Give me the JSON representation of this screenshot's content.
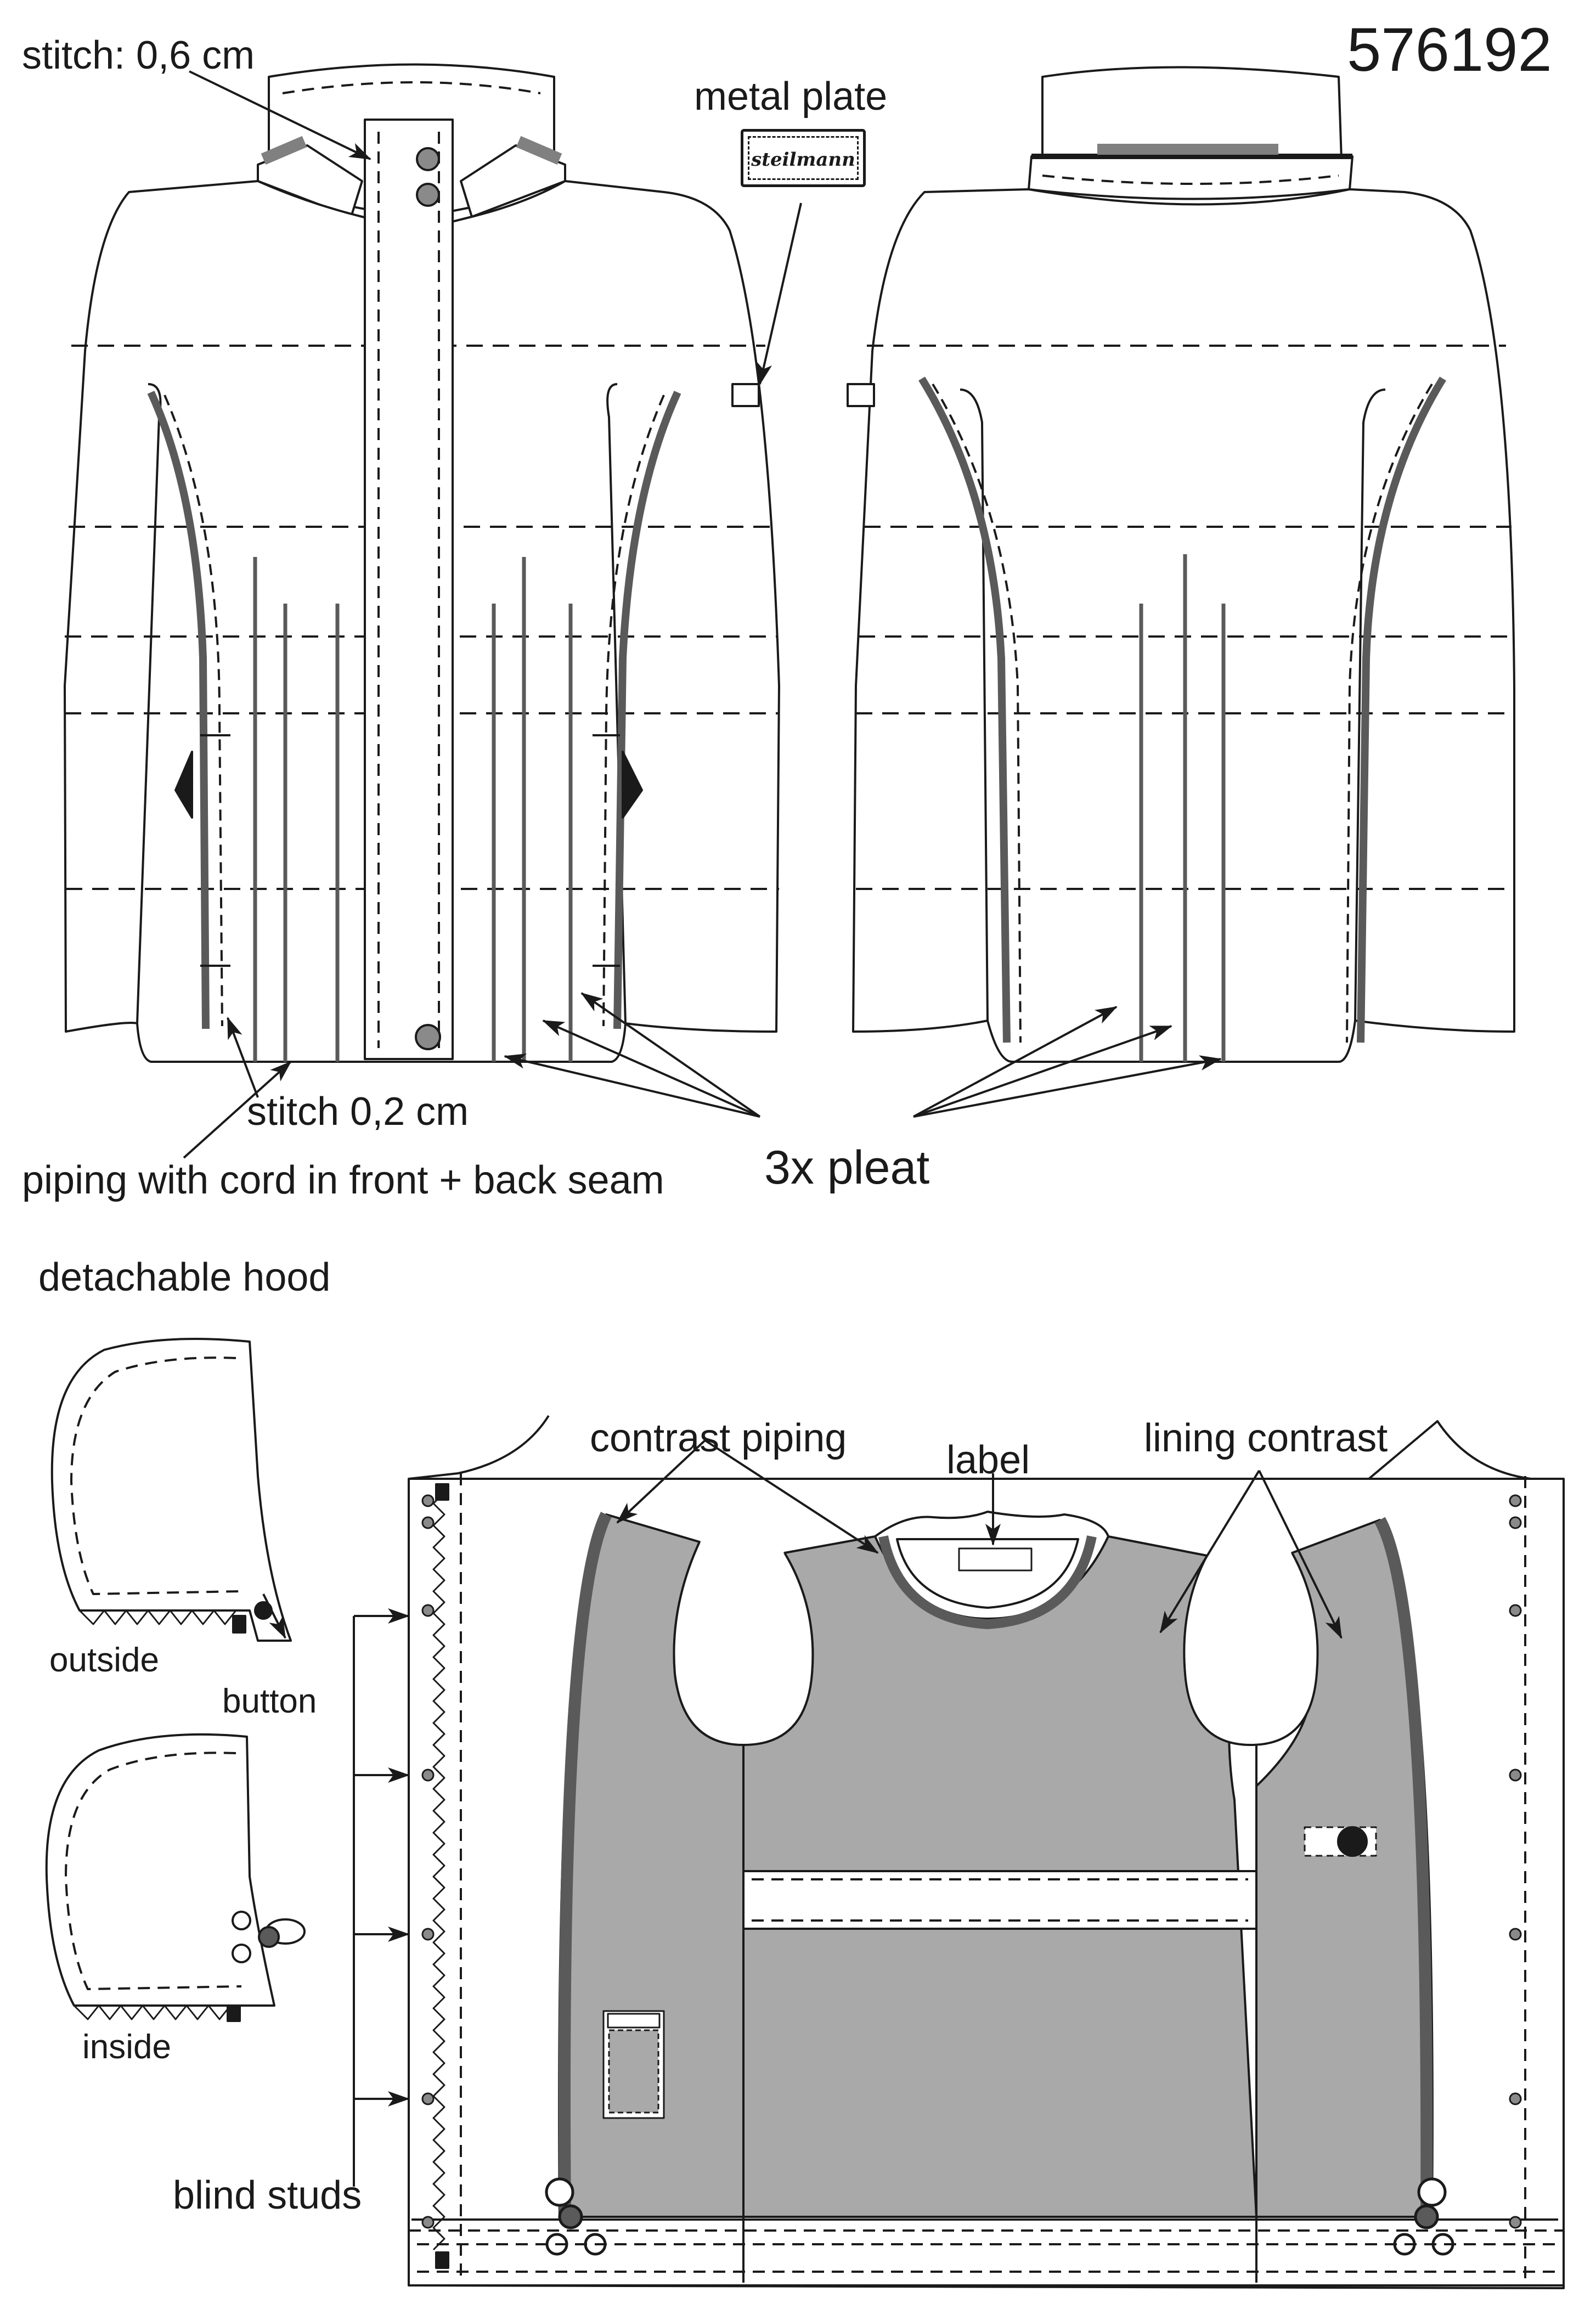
{
  "style_number": "576192",
  "labels": {
    "stitch_06": "stitch: 0,6 cm",
    "metal_plate": "metal plate",
    "plate_brand": "steilmann",
    "stitch_02": "stitch 0,2 cm",
    "piping_cord": "piping with cord in front + back seam",
    "pleat": "3x pleat",
    "detachable_hood": "detachable hood",
    "hood_outside": "outside",
    "hood_button": "button",
    "hood_inside": "inside",
    "contrast_piping": "contrast piping",
    "label": "label",
    "lining_contrast": "lining contrast",
    "blind_studs": "blind studs"
  },
  "colors": {
    "line": "#1a1a1a",
    "lining": "#a9a9a9",
    "piping": "#5a5a5a",
    "fill": "#ffffff",
    "stud": "#8a8a8a"
  }
}
